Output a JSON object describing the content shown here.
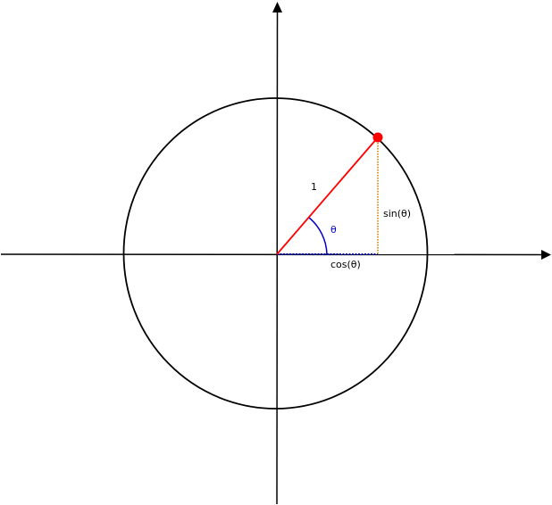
{
  "diagram": {
    "radius_label": "1",
    "sin_label": "sin(θ)",
    "cos_label": "cos(θ)",
    "angle_label": "θ",
    "colors": {
      "axis": "#000000",
      "circle": "#000000",
      "radius": "#ff0000",
      "point": "#ff0000",
      "sin_line": "#cc7a00",
      "cos_line": "#0000aa",
      "angle_arc": "#0000cc",
      "angle_label": "#0000cc"
    }
  }
}
